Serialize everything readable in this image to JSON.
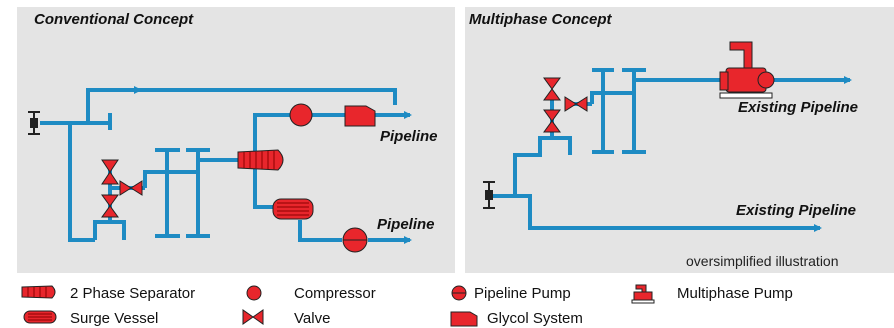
{
  "panels": {
    "left": {
      "title": "Conventional Concept",
      "outlet_top": "Pipeline",
      "outlet_bottom": "Pipeline"
    },
    "right": {
      "title": "Multiphase Concept",
      "outlet_top": "Existing Pipeline",
      "outlet_bottom": "Existing Pipeline",
      "note": "oversimplified illustration"
    }
  },
  "legend": {
    "separator": "2 Phase Separator",
    "compressor": "Compressor",
    "pipeline_pump": "Pipeline Pump",
    "multiphase_pump": "Multiphase Pump",
    "surge_vessel": "Surge Vessel",
    "valve": "Valve",
    "glycol": "Glycol System"
  },
  "colors": {
    "pipe": "#1e8bc3",
    "equipment": "#e8262c",
    "outline": "#222222",
    "panel": "#e4e4e4"
  }
}
